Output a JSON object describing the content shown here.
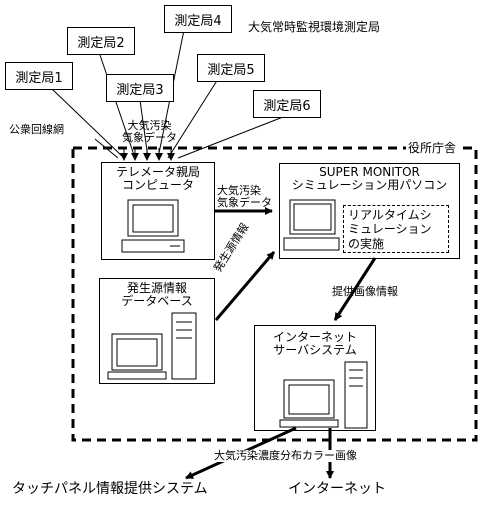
{
  "network_title": "大気常時監視環境測定局",
  "stations": [
    "測定局1",
    "測定局2",
    "測定局4",
    "測定局3",
    "測定局5",
    "測定局6"
  ],
  "public_line": "公衆回線網",
  "feed_label": [
    "大気汚染",
    "気象データ"
  ],
  "office_label": "役所庁舎",
  "telemeter": {
    "line1": "テレメータ親局",
    "line2": "コンピュータ"
  },
  "arrow_label": [
    "大気汚染",
    "気象データ"
  ],
  "super_monitor": {
    "line1": "SUPER MONITOR",
    "line2": "シミュレーション用パソコン"
  },
  "realtime": [
    "リアルタイムシ",
    "ミュレーション",
    "の実施"
  ],
  "source_db": {
    "line1": "発生源情報",
    "line2": "データベース"
  },
  "source_arrow_label": "発生源情報",
  "provide_label": "提供画像情報",
  "internet_server": {
    "line1": "インターネット",
    "line2": "サーバシステム"
  },
  "output_label": "大気汚染濃度分布カラー画像",
  "touch_panel": "タッチパネル情報提供システム",
  "internet": "インターネット"
}
